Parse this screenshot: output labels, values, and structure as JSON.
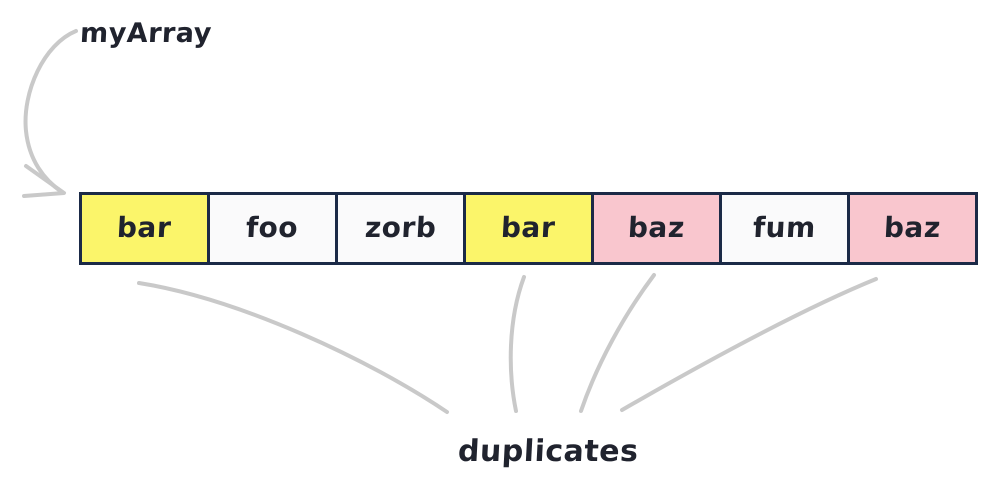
{
  "diagram": {
    "title_label": "myArray",
    "bottom_label": "duplicates",
    "colors": {
      "highlight_yellow": "#FBF56A",
      "highlight_pink": "#F9C6CE",
      "cell_plain": "#FAFAFB",
      "border": "#1B2A47",
      "connector": "#C9C9C9",
      "text": "#20232E",
      "background": "#FFFFFF"
    },
    "array": {
      "name": "myArray",
      "length": 7,
      "cells": [
        {
          "index": 0,
          "value": "bar",
          "fill": "#FBF56A",
          "group": "duplicate-bar",
          "is_duplicate": true
        },
        {
          "index": 1,
          "value": "foo",
          "fill": "#FAFAFB",
          "group": "unique",
          "is_duplicate": false
        },
        {
          "index": 2,
          "value": "zorb",
          "fill": "#FAFAFB",
          "group": "unique",
          "is_duplicate": false
        },
        {
          "index": 3,
          "value": "bar",
          "fill": "#FBF56A",
          "group": "duplicate-bar",
          "is_duplicate": true
        },
        {
          "index": 4,
          "value": "baz",
          "fill": "#F9C6CE",
          "group": "duplicate-baz",
          "is_duplicate": true
        },
        {
          "index": 5,
          "value": "fum",
          "fill": "#FAFAFB",
          "group": "unique",
          "is_duplicate": false
        },
        {
          "index": 6,
          "value": "baz",
          "fill": "#F9C6CE",
          "group": "duplicate-baz",
          "is_duplicate": true
        }
      ]
    },
    "annotations": {
      "pointer_arrow": {
        "label": "myArray",
        "from": "label",
        "to": "array-cell-0",
        "style": "curved-arrow"
      },
      "duplicate_connectors": {
        "label": "duplicates",
        "from_cell_indices": [
          0,
          3,
          4,
          6
        ],
        "style": "curved-leader-lines"
      }
    }
  }
}
